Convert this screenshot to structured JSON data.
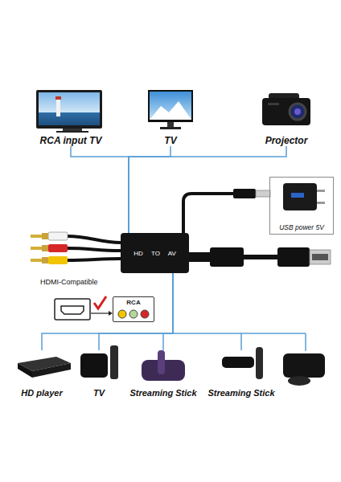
{
  "diagram": {
    "nodes": [
      {
        "text": [
          "RCA input TV"
        ]
      },
      {
        "text": [
          "TV"
        ]
      },
      {
        "text": [
          "Projector"
        ]
      },
      {
        "text": [
          "USB power 5V"
        ]
      },
      {
        "text": [
          "HD TO AV"
        ]
      },
      {
        "text": [
          "RCA"
        ]
      },
      {
        "text": [
          "HD player"
        ]
      },
      {
        "text": [
          "TV"
        ]
      },
      {
        "text": [
          "Streaming Stick"
        ]
      },
      {
        "text": [
          "Streaming Stick"
        ]
      }
    ],
    "edges": [
      {
        "from": 4,
        "to": 0,
        "arrow": "none"
      },
      {
        "from": 4,
        "to": 1,
        "arrow": "none"
      },
      {
        "from": 4,
        "to": 2,
        "arrow": "none"
      },
      {
        "from": 6,
        "to": 4,
        "arrow": "none"
      },
      {
        "from": 7,
        "to": 4,
        "arrow": "none"
      },
      {
        "from": 8,
        "to": 4,
        "arrow": "none"
      },
      {
        "from": 9,
        "to": 4,
        "arrow": "none"
      }
    ],
    "labels": [
      "HDMI-Compatible"
    ]
  }
}
